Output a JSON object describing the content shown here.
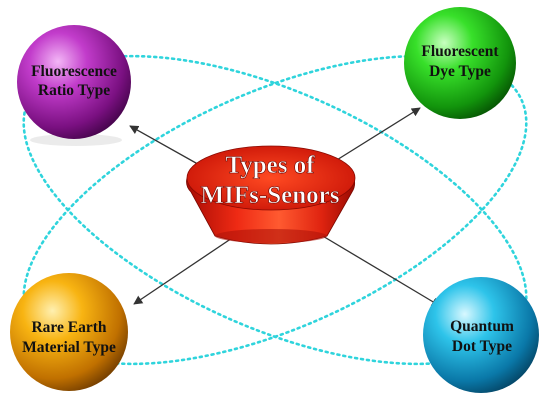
{
  "center": {
    "line1": "Types of",
    "line2": "MIFs-Senors",
    "color": "#e8200f"
  },
  "nodes": [
    {
      "id": "fluorescence-ratio",
      "line1": "Fluorescence",
      "line2": "Ratio Type",
      "color": "#a020a8"
    },
    {
      "id": "fluorescent-dye",
      "line1": "Fluorescent",
      "line2": "Dye Type",
      "color": "#22cc18"
    },
    {
      "id": "rare-earth",
      "line1": "Rare Earth",
      "line2": "Material Type",
      "color": "#f0a000"
    },
    {
      "id": "quantum-dot",
      "line1": "Quantum",
      "line2": "Dot Type",
      "color": "#18b8e0"
    }
  ],
  "orbit_color": "#2fd4dc",
  "arrow_color": "#333333"
}
